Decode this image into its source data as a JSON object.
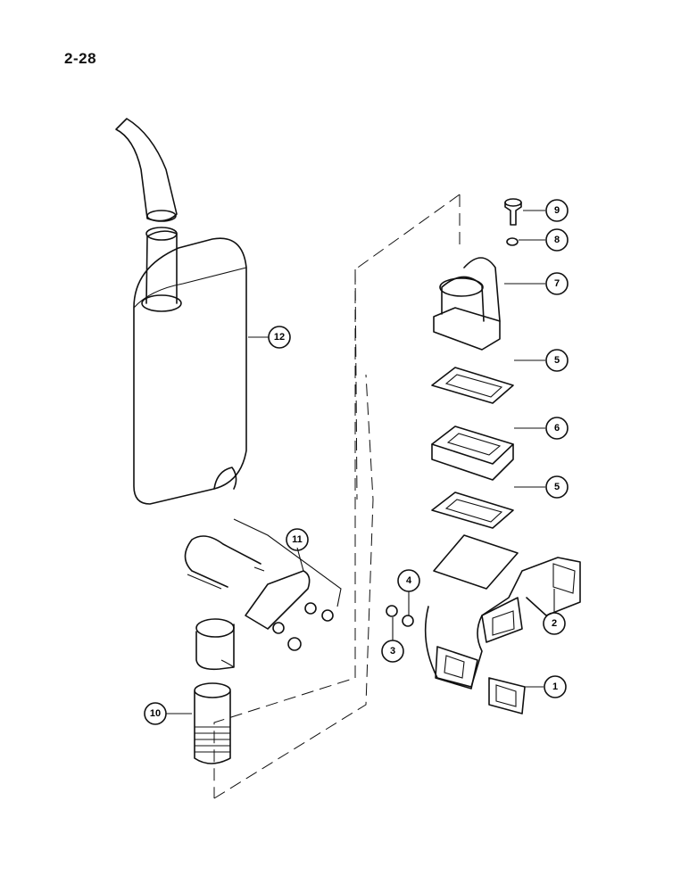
{
  "page": {
    "number": "2-28"
  },
  "callouts": [
    {
      "id": "1",
      "label": "1"
    },
    {
      "id": "2",
      "label": "2"
    },
    {
      "id": "3",
      "label": "3"
    },
    {
      "id": "4",
      "label": "4"
    },
    {
      "id": "5a",
      "label": "5"
    },
    {
      "id": "5b",
      "label": "5"
    },
    {
      "id": "6",
      "label": "6"
    },
    {
      "id": "7",
      "label": "7"
    },
    {
      "id": "8",
      "label": "8"
    },
    {
      "id": "9",
      "label": "9"
    },
    {
      "id": "10",
      "label": "10"
    },
    {
      "id": "11",
      "label": "11"
    },
    {
      "id": "12",
      "label": "12"
    }
  ]
}
